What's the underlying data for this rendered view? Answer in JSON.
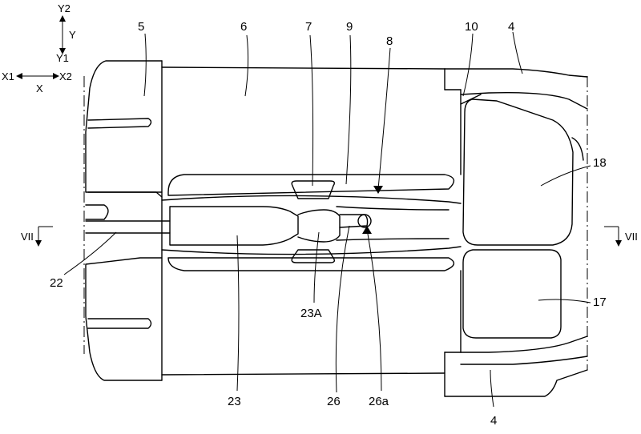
{
  "axes": {
    "y2": "Y2",
    "y": "Y",
    "y1": "Y1",
    "x1": "X1",
    "x2": "X2",
    "x": "X"
  },
  "section": {
    "left": "VII",
    "right": "VII"
  },
  "labels": {
    "l5": "5",
    "l6": "6",
    "l7": "7",
    "l9": "9",
    "l8": "8",
    "l10": "10",
    "l4_top": "4",
    "l18": "18",
    "l17": "17",
    "l22": "22",
    "l23A": "23A",
    "l23": "23",
    "l26": "26",
    "l26a": "26a",
    "l4_bottom": "4"
  }
}
